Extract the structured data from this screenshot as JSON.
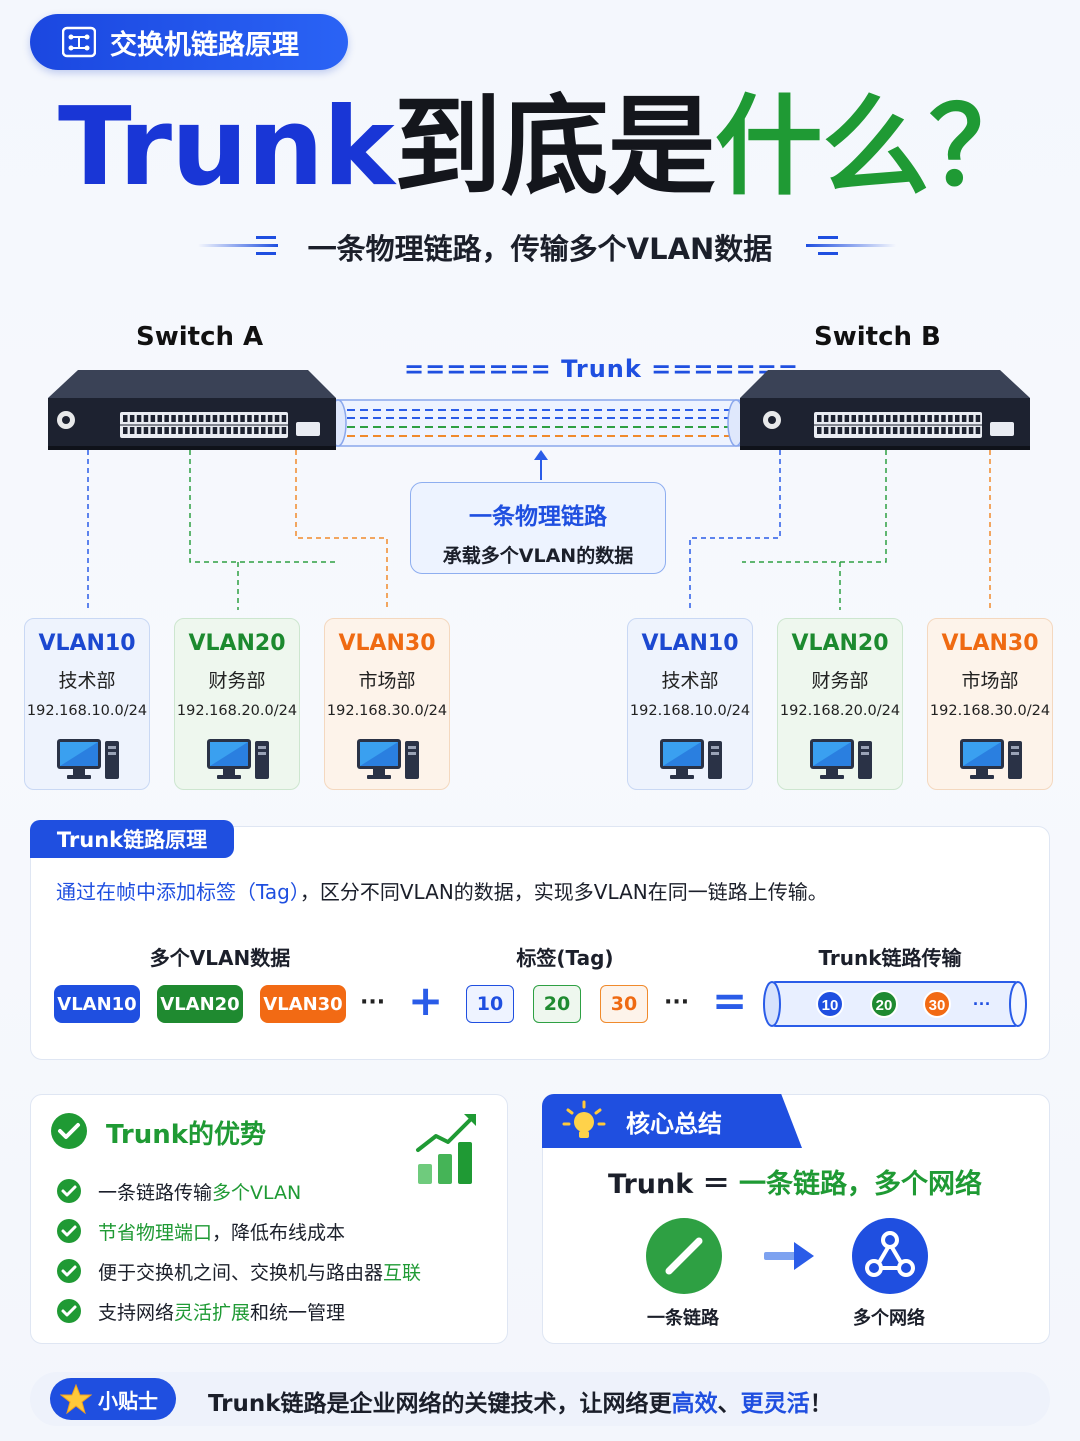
{
  "header": {
    "badge": "交换机链路原理"
  },
  "title": {
    "part1": "Trunk",
    "part2": "到底是",
    "part3": "什么？"
  },
  "subtitle": "一条物理链路，传输多个VLAN数据",
  "diagram": {
    "switch_a": "Switch A",
    "switch_b": "Switch B",
    "trunk_label": "======= Trunk =======",
    "callout": {
      "line1": "一条物理链路",
      "line2": "承载多个VLAN的数据"
    },
    "vlans": [
      {
        "name": "VLAN10",
        "dept": "技术部",
        "subnet": "192.168.10.0/24"
      },
      {
        "name": "VLAN20",
        "dept": "财务部",
        "subnet": "192.168.20.0/24"
      },
      {
        "name": "VLAN30",
        "dept": "市场部",
        "subnet": "192.168.30.0/24"
      }
    ]
  },
  "principle": {
    "tab": "Trunk链路原理",
    "desc_highlight": "通过在帧中添加标签（Tag）",
    "desc_rest": "，区分不同VLAN的数据，实现多VLAN在同一链路上传输。",
    "col1": "多个VLAN数据",
    "col2": "标签(Tag)",
    "col3": "Trunk链路传输",
    "chips": [
      "VLAN10",
      "VLAN20",
      "VLAN30"
    ],
    "tags": [
      "10",
      "20",
      "30"
    ],
    "ellipsis": "···",
    "plus": "+",
    "equals": "="
  },
  "advantages": {
    "title": "Trunk的优势",
    "items": [
      {
        "pre": "一条链路传输",
        "hl": "多个VLAN",
        "post": ""
      },
      {
        "pre": "",
        "hl": "节省物理端口",
        "post": "，降低布线成本"
      },
      {
        "pre": "便于交换机之间、交换机与路由器",
        "hl": "互联",
        "post": ""
      },
      {
        "pre": "支持网络",
        "hl": "灵活扩展",
        "post": "和统一管理"
      }
    ]
  },
  "summary": {
    "tab": "核心总结",
    "formula_left": "Trunk ＝ ",
    "formula_right": "一条链路，多个网络",
    "left_label": "一条链路",
    "right_label": "多个网络"
  },
  "tip": {
    "badge": "小贴士",
    "text_pre": "Trunk链路是企业网络的关键技术，让网络更",
    "hl1": "高效",
    "sep": "、",
    "hl2": "更灵活",
    "text_post": "！"
  },
  "colors": {
    "blue": "#1f4fe0",
    "green": "#1f9a34",
    "orange": "#ef6a12"
  }
}
